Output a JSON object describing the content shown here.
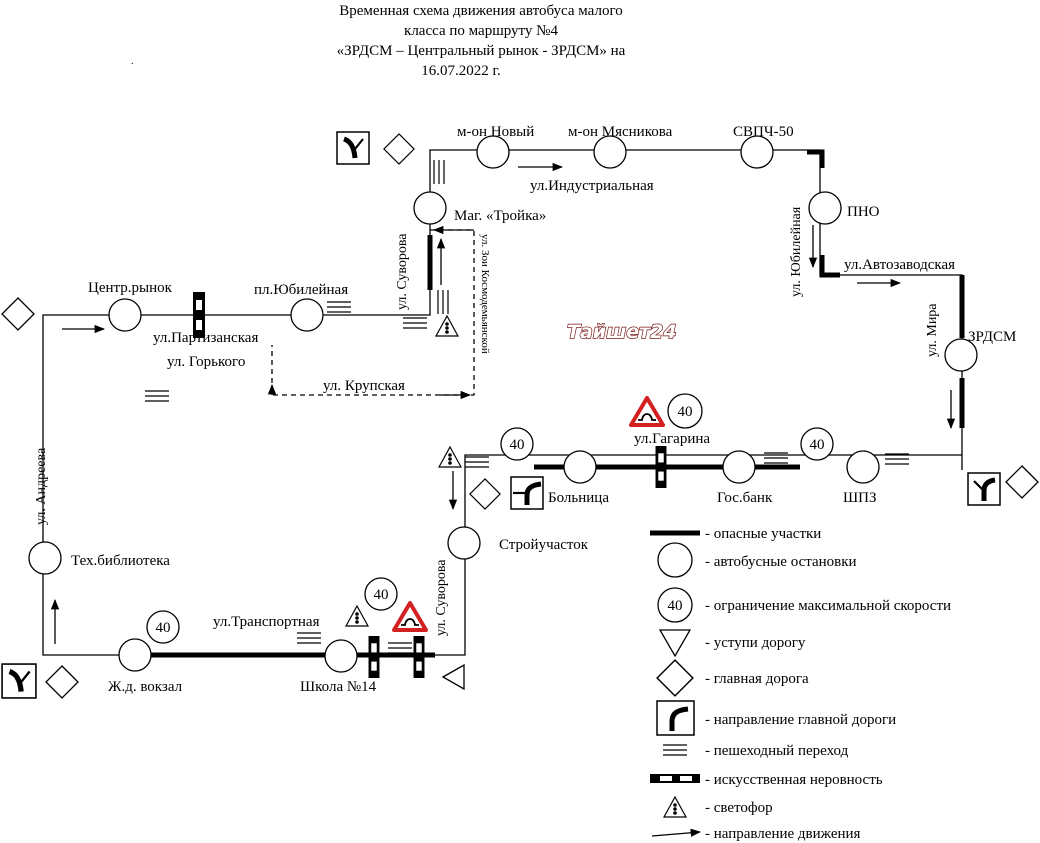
{
  "title": {
    "line1": "Временная схема движения автобуса малого",
    "line2": "класса  по маршруту №4",
    "line3": "«ЗРДСМ – Центральный рынок - ЗРДСМ» на",
    "line4": "16.07.2022 г."
  },
  "stops": {
    "centr_rynok": "Центр.рынок",
    "pl_yubileinaya": "пл.Юбилейная",
    "mag_troika": "Маг. «Тройка»",
    "mon_novy": "м-он Новый",
    "mon_myasnikova": "м-он Мясникова",
    "svpch50": "СВПЧ-50",
    "pno": "ПНО",
    "zrdsm": "ЗРДСМ",
    "shpz": "ШПЗ",
    "gos_bank": "Гос.банк",
    "bolnica": "Больница",
    "stroiuchastok": "Стройучасток",
    "shkola14": "Школа №14",
    "zhd_vokzal": "Ж.д. вокзал",
    "teh_biblioteka": "Тех.библиотека"
  },
  "streets": {
    "partizanskaya": "ул.Партизанская",
    "gorkogo": "ул. Горького",
    "krupskaya": "ул. Крупская",
    "suvorova_top": "ул. Суворова",
    "zoi": "ул. Зои Космодемьянской",
    "industrialnaya": "ул.Индустриальная",
    "yubileinaya": "ул. Юбилейная",
    "avtozavodskaya": "ул.Автозаводская",
    "mira": "ул. Мира",
    "gagarina": "ул.Гагарина",
    "suvorova_bottom": "ул. Суворова",
    "transportnaya": "ул.Транспортная",
    "andreeva": "ул. Андреева"
  },
  "speed_limit": "40",
  "watermark": "Тайшет24",
  "legend": {
    "dangerous": "- опасные участки",
    "bus_stops": "- автобусные остановки",
    "speed_limit": "- ограничение максимальной  скорости",
    "yield": "- уступи дорогу",
    "main_road": "- главная дорога",
    "main_road_direction": "- направление главной дороги",
    "crosswalk": "- пешеходный переход",
    "speed_bump": "- искусственная неровность",
    "traffic_light": "- светофор",
    "direction": "- направление движения"
  },
  "colors": {
    "line": "#000000",
    "warning_red": "#d32020",
    "watermark_outline": "#7a1a1a"
  },
  "icons": [
    "bus-stop-icon",
    "speed-limit-icon",
    "yield-sign-icon",
    "main-road-icon",
    "main-road-direction-icon",
    "crosswalk-icon",
    "speed-bump-icon",
    "traffic-light-icon",
    "direction-arrow-icon",
    "road-bump-warning-icon"
  ]
}
